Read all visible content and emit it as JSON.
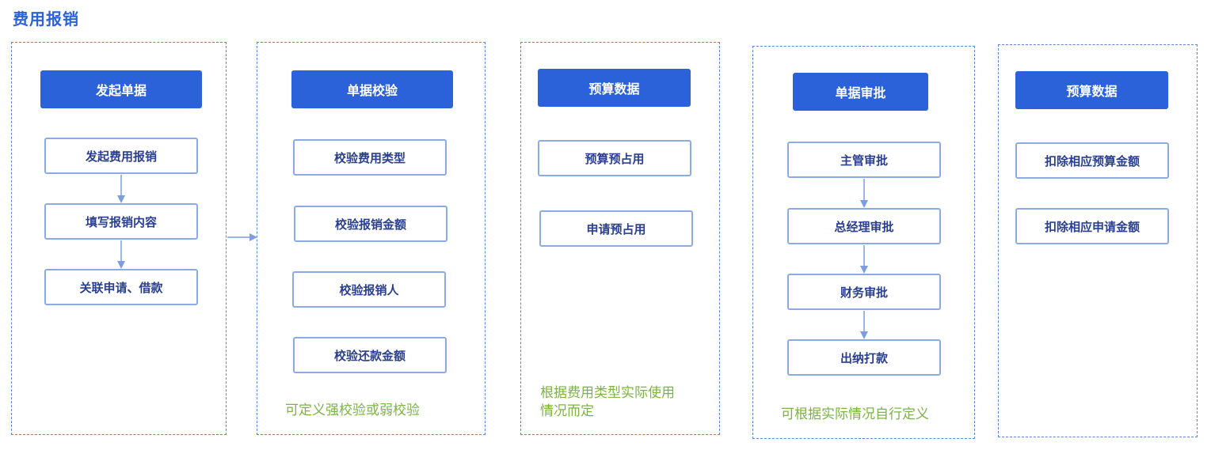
{
  "title": "费用报销",
  "colors": {
    "accent": "#2b62d9",
    "step_border": "#8caae6",
    "step_text": "#2a3f8f",
    "note_text": "#7cb342",
    "arrow": "#7c9ee0"
  },
  "columns": [
    {
      "header": "发起单据",
      "steps": [
        "发起费用报销",
        "填写报销内容",
        "关联申请、借款"
      ],
      "note": ""
    },
    {
      "header": "单据校验",
      "steps": [
        "校验费用类型",
        "校验报销金额",
        "校验报销人",
        "校验还款金额"
      ],
      "note": "可定义强校验或弱校验"
    },
    {
      "header": "预算数据",
      "steps": [
        "预算预占用",
        "申请预占用"
      ],
      "note_lines": [
        "根据费用类型实际使用",
        "情况而定"
      ]
    },
    {
      "header": "单据审批",
      "steps": [
        "主管审批",
        "总经理审批",
        "财务审批",
        "出纳打款"
      ],
      "note": "可根据实际情况自行定义"
    },
    {
      "header": "预算数据",
      "steps": [
        "扣除相应预算金额",
        "扣除相应申请金额"
      ],
      "note": ""
    }
  ]
}
